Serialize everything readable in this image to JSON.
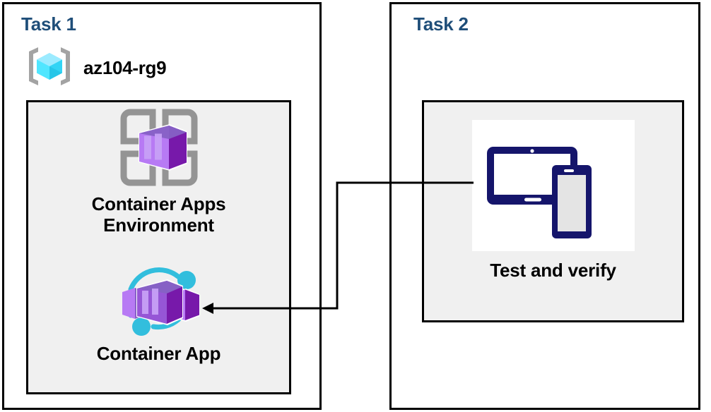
{
  "diagram": {
    "title": "Azure Container Apps task diagram",
    "background_color": "#FFFFFF",
    "accent_color": "#1F4E79",
    "panel_fill": "#F0F0F0",
    "border_color": "#000000"
  },
  "tasks": [
    {
      "id": "task1",
      "title": "Task 1",
      "resource_group": {
        "name": "az104-rg9",
        "icon": "azure-resource-group-icon",
        "icon_colors": {
          "cube": "#32D4F5",
          "bracket": "#A0A0A0"
        }
      },
      "nodes": [
        {
          "id": "container-apps-environment",
          "label": "Container Apps Environment",
          "label_lines": [
            "Container Apps",
            "Environment"
          ],
          "icon": "container-apps-environment-icon",
          "icon_colors": {
            "frame": "#949494",
            "container": "#7719AA",
            "container_light": "#B77AF4"
          }
        },
        {
          "id": "container-app",
          "label": "Container App",
          "label_lines": [
            "Container App"
          ],
          "icon": "container-app-icon",
          "icon_colors": {
            "arc": "#32BEDD",
            "container": "#7719AA",
            "container_light": "#B77AF4"
          }
        }
      ]
    },
    {
      "id": "task2",
      "title": "Task 2",
      "nodes": [
        {
          "id": "test-and-verify",
          "label": "Test and verify",
          "label_lines": [
            "Test and verify"
          ],
          "icon": "devices-test-verify-icon",
          "icon_colors": {
            "device": "#15156B",
            "screen": "#FFFFFF",
            "phone_screen": "#E4E4E4"
          }
        }
      ]
    }
  ],
  "connectors": [
    {
      "id": "test-to-container-app",
      "from": "test-and-verify",
      "to": "container-app",
      "arrow_head": "left",
      "color": "#000000"
    }
  ]
}
